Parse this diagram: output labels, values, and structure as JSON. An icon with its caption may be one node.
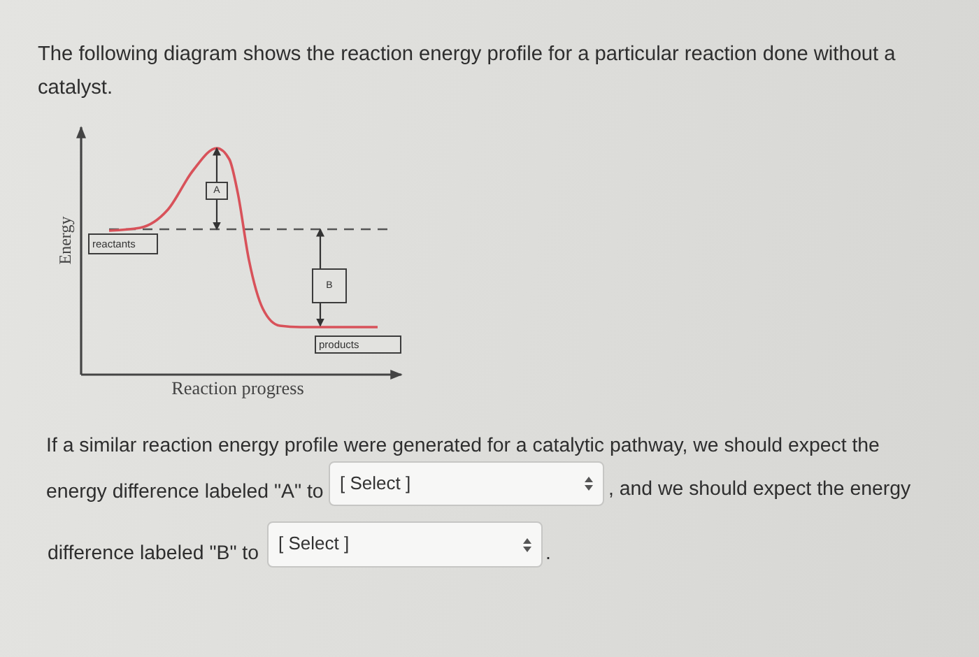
{
  "diagram": {
    "nodes": [
      {
        "text": [
          "A"
        ]
      },
      {
        "text": [
          "reactants"
        ]
      },
      {
        "text": [
          "B"
        ]
      },
      {
        "text": [
          "products"
        ]
      }
    ],
    "labels": [
      "The following diagram shows the reaction energy profile for a particular reaction done without a catalyst.",
      "Energy",
      "Reaction progress",
      "If a similar reaction energy profile were generated for a catalytic pathway, we should expect the",
      "energy difference labeled \"A\" to",
      "[ Select ]",
      ", and we should expect the energy",
      "difference labeled \"B\" to",
      "[ Select ]",
      "."
    ]
  }
}
